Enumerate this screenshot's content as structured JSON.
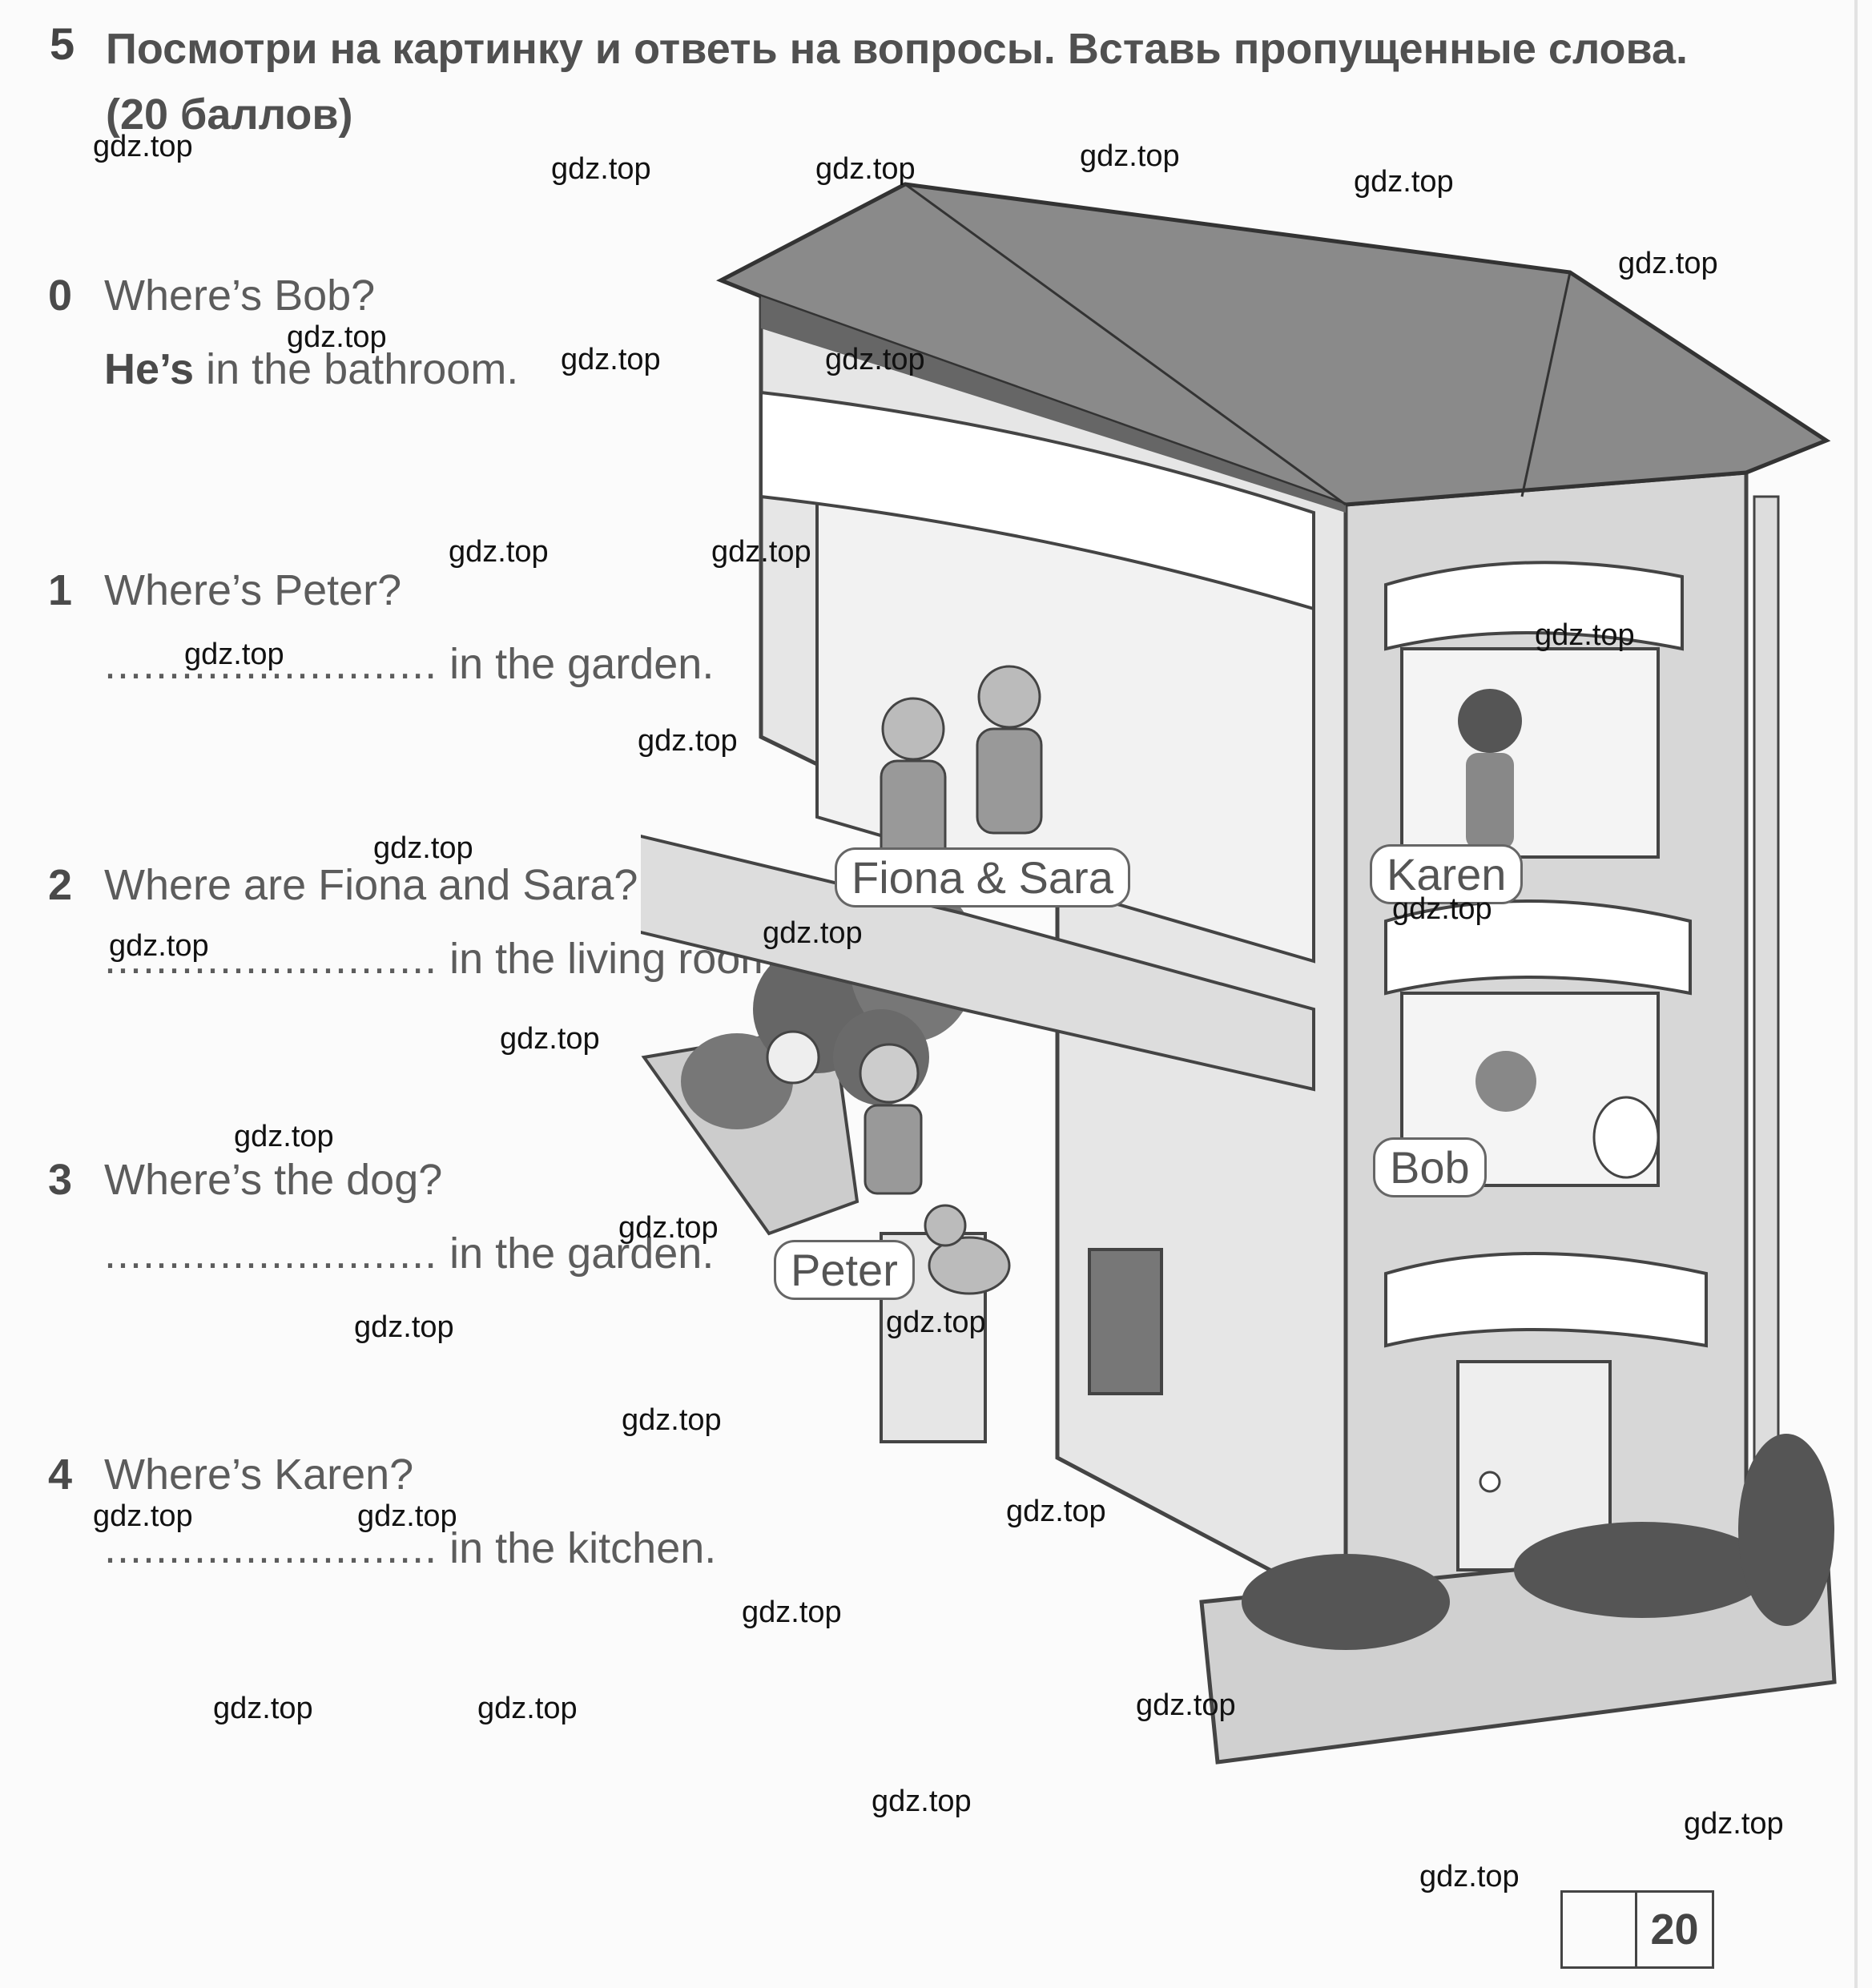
{
  "task": {
    "number": "5",
    "title": "Посмотри на картинку и ответь на вопросы. Вставь пропущенные слова. (20 баллов)"
  },
  "questions": [
    {
      "number": "0",
      "question": "Where’s Bob?",
      "answer_bold": "He’s",
      "answer_rest": " in the bathroom."
    },
    {
      "number": "1",
      "question": "Where’s Peter?",
      "answer_blank": "..........................",
      "answer_rest": " in the garden."
    },
    {
      "number": "2",
      "question": "Where are Fiona and Sara?",
      "answer_blank": "..........................",
      "answer_rest": " in the living room."
    },
    {
      "number": "3",
      "question": "Where’s the dog?",
      "answer_blank": "..........................",
      "answer_rest": " in the garden."
    },
    {
      "number": "4",
      "question": "Where’s Karen?",
      "answer_blank": "..........................",
      "answer_rest": " in the kitchen."
    }
  ],
  "picture_labels": {
    "fiona_sara": "Fiona & Sara",
    "karen": "Karen",
    "bob": "Bob",
    "peter": "Peter"
  },
  "watermark": "gdz.top",
  "score": {
    "max": "20"
  }
}
